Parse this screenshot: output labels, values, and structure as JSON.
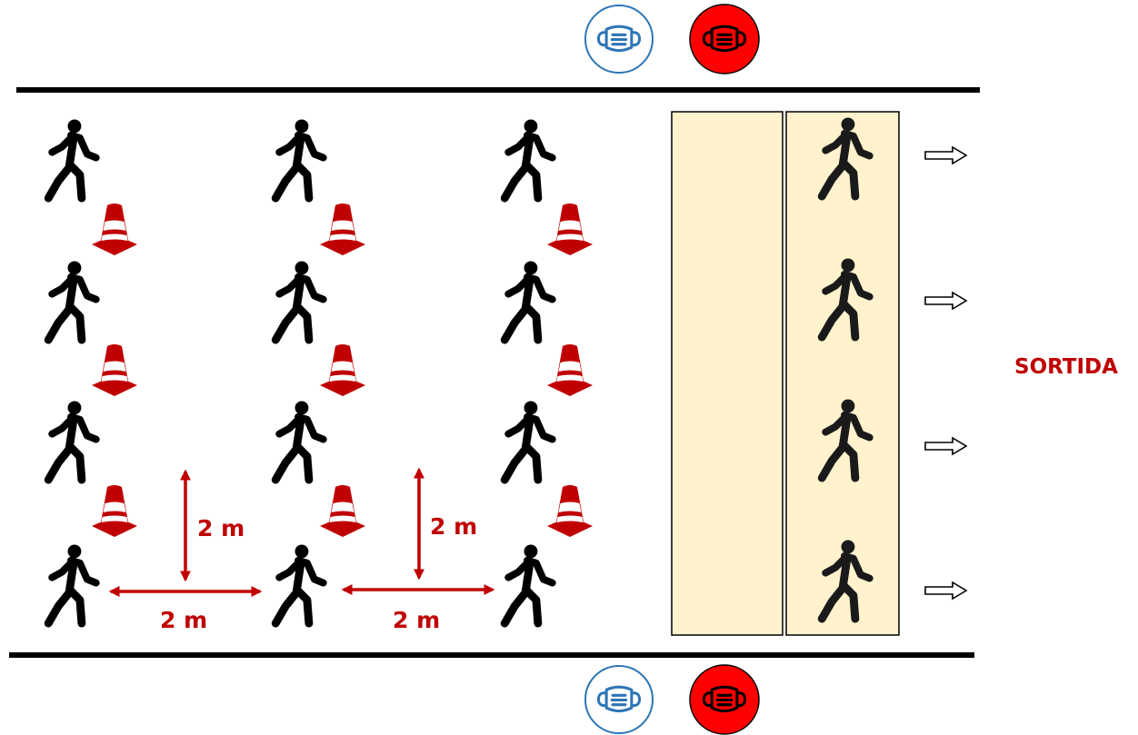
{
  "diagram": {
    "exit_label": "SORTIDA",
    "spacing_labels": {
      "vertical_1": "2 m",
      "vertical_2": "2 m",
      "horizontal_1": "2 m",
      "horizontal_2": "2 m"
    },
    "colors": {
      "accent_red": "#c00000",
      "mask_icon_blue": "#2e75b6",
      "mask_icon_red": "#ff0000",
      "lane_fill": "#fff2cc",
      "wall": "#000000"
    },
    "icons": {
      "mask_outline": "face-mask-icon",
      "mask_filled": "face-mask-icon",
      "person": "walking-person-icon",
      "cone": "traffic-cone-icon",
      "exit_arrow": "right-arrow-icon"
    }
  }
}
